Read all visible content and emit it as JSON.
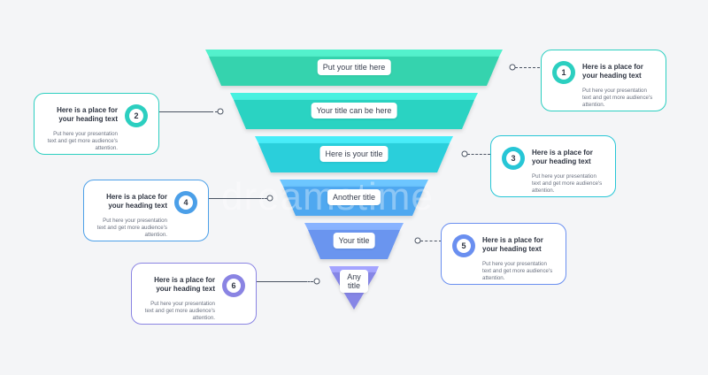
{
  "tiers": [
    {
      "label": "Put your title here",
      "color": "#35d3ae"
    },
    {
      "label": "Your title can be here",
      "color": "#2ad3c2"
    },
    {
      "label": "Here is your title",
      "color": "#2acfdb"
    },
    {
      "label": "Another title",
      "color": "#4fa8f0"
    },
    {
      "label": "Your title",
      "color": "#6b95ef"
    },
    {
      "label": "Any title",
      "color": "#8686e6"
    }
  ],
  "cards": [
    {
      "num": "1",
      "heading": "Here is a place for your heading text",
      "body": "Put here your presentation text and get more audience's attention.",
      "color": "#2ccfc0"
    },
    {
      "num": "2",
      "heading": "Here is a place for your heading text",
      "body": "Put here your presentation text and get more audience's attention.",
      "color": "#2ccfc0"
    },
    {
      "num": "3",
      "heading": "Here is a place for your heading text",
      "body": "Put here your presentation text and get more audience's attention.",
      "color": "#27c6d6"
    },
    {
      "num": "4",
      "heading": "Here is a place for your heading text",
      "body": "Put here your presentation text and get more audience's attention.",
      "color": "#4b9fe8"
    },
    {
      "num": "5",
      "heading": "Here is a place for your heading text",
      "body": "Put here your presentation text and get more audience's attention.",
      "color": "#6a8ff0"
    },
    {
      "num": "6",
      "heading": "Here is a place for your heading text",
      "body": "Put here your presentation text and get more audience's attention.",
      "color": "#8a84e3"
    }
  ],
  "watermark": "dreamstime"
}
